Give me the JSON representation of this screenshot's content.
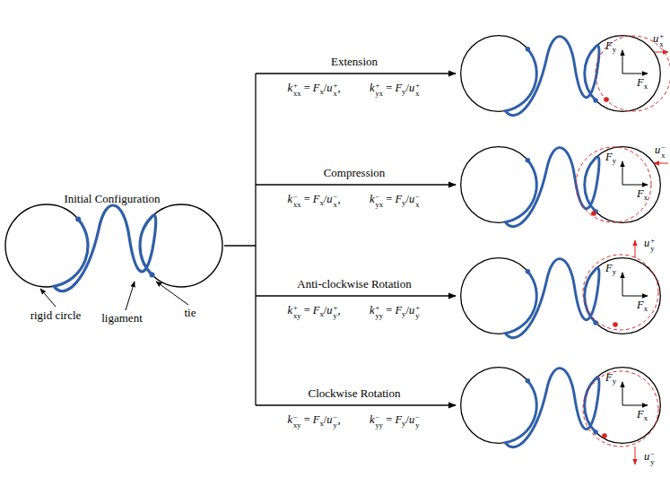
{
  "diagram": {
    "labels": [
      "Initial Configuration",
      "rigid circle",
      "ligament",
      "tie",
      "Extension",
      "kxx+ = Fx/ux+,",
      "kyx+ = Fy/ux+",
      "Compression",
      "kxx− = Fx/ux−,",
      "kyx− = Fy/ux−",
      "Anti-clockwise Rotation",
      "kxy+ = Fx/uy+,",
      "kyy+ = Fy/uy+",
      "Clockwise Rotation",
      "kxy− = Fx/uy−,",
      "kyy− = Fy/uy−",
      "Fy",
      "Fx",
      "ux+",
      "Fy",
      "Fx",
      "ux−",
      "Fy",
      "Fx",
      "uy+",
      "Fy",
      "Fx",
      "uy−"
    ]
  }
}
